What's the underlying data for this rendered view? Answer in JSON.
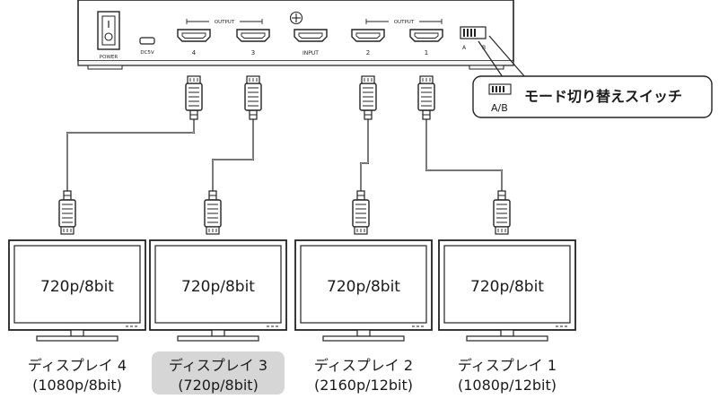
{
  "device": {
    "power_label": "POWER",
    "dc_label": "DC5V",
    "input_label": "INPUT",
    "output_label": "OUTPUT",
    "ports": [
      {
        "number": "4"
      },
      {
        "number": "3"
      },
      {
        "number": "2"
      },
      {
        "number": "1"
      }
    ],
    "switch_a": "A",
    "switch_b": "B"
  },
  "callout": {
    "title": "モード切り替えスイッチ",
    "ab": "A/B"
  },
  "displays": [
    {
      "screen": "720p/8bit",
      "name": "ディスプレイ 4",
      "spec": "(1080p/8bit)",
      "highlight": false
    },
    {
      "screen": "720p/8bit",
      "name": "ディスプレイ 3",
      "spec": "(720p/8bit)",
      "highlight": true
    },
    {
      "screen": "720p/8bit",
      "name": "ディスプレイ 2",
      "spec": "(2160p/12bit)",
      "highlight": false
    },
    {
      "screen": "720p/8bit",
      "name": "ディスプレイ 1",
      "spec": "(1080p/12bit)",
      "highlight": false
    }
  ]
}
